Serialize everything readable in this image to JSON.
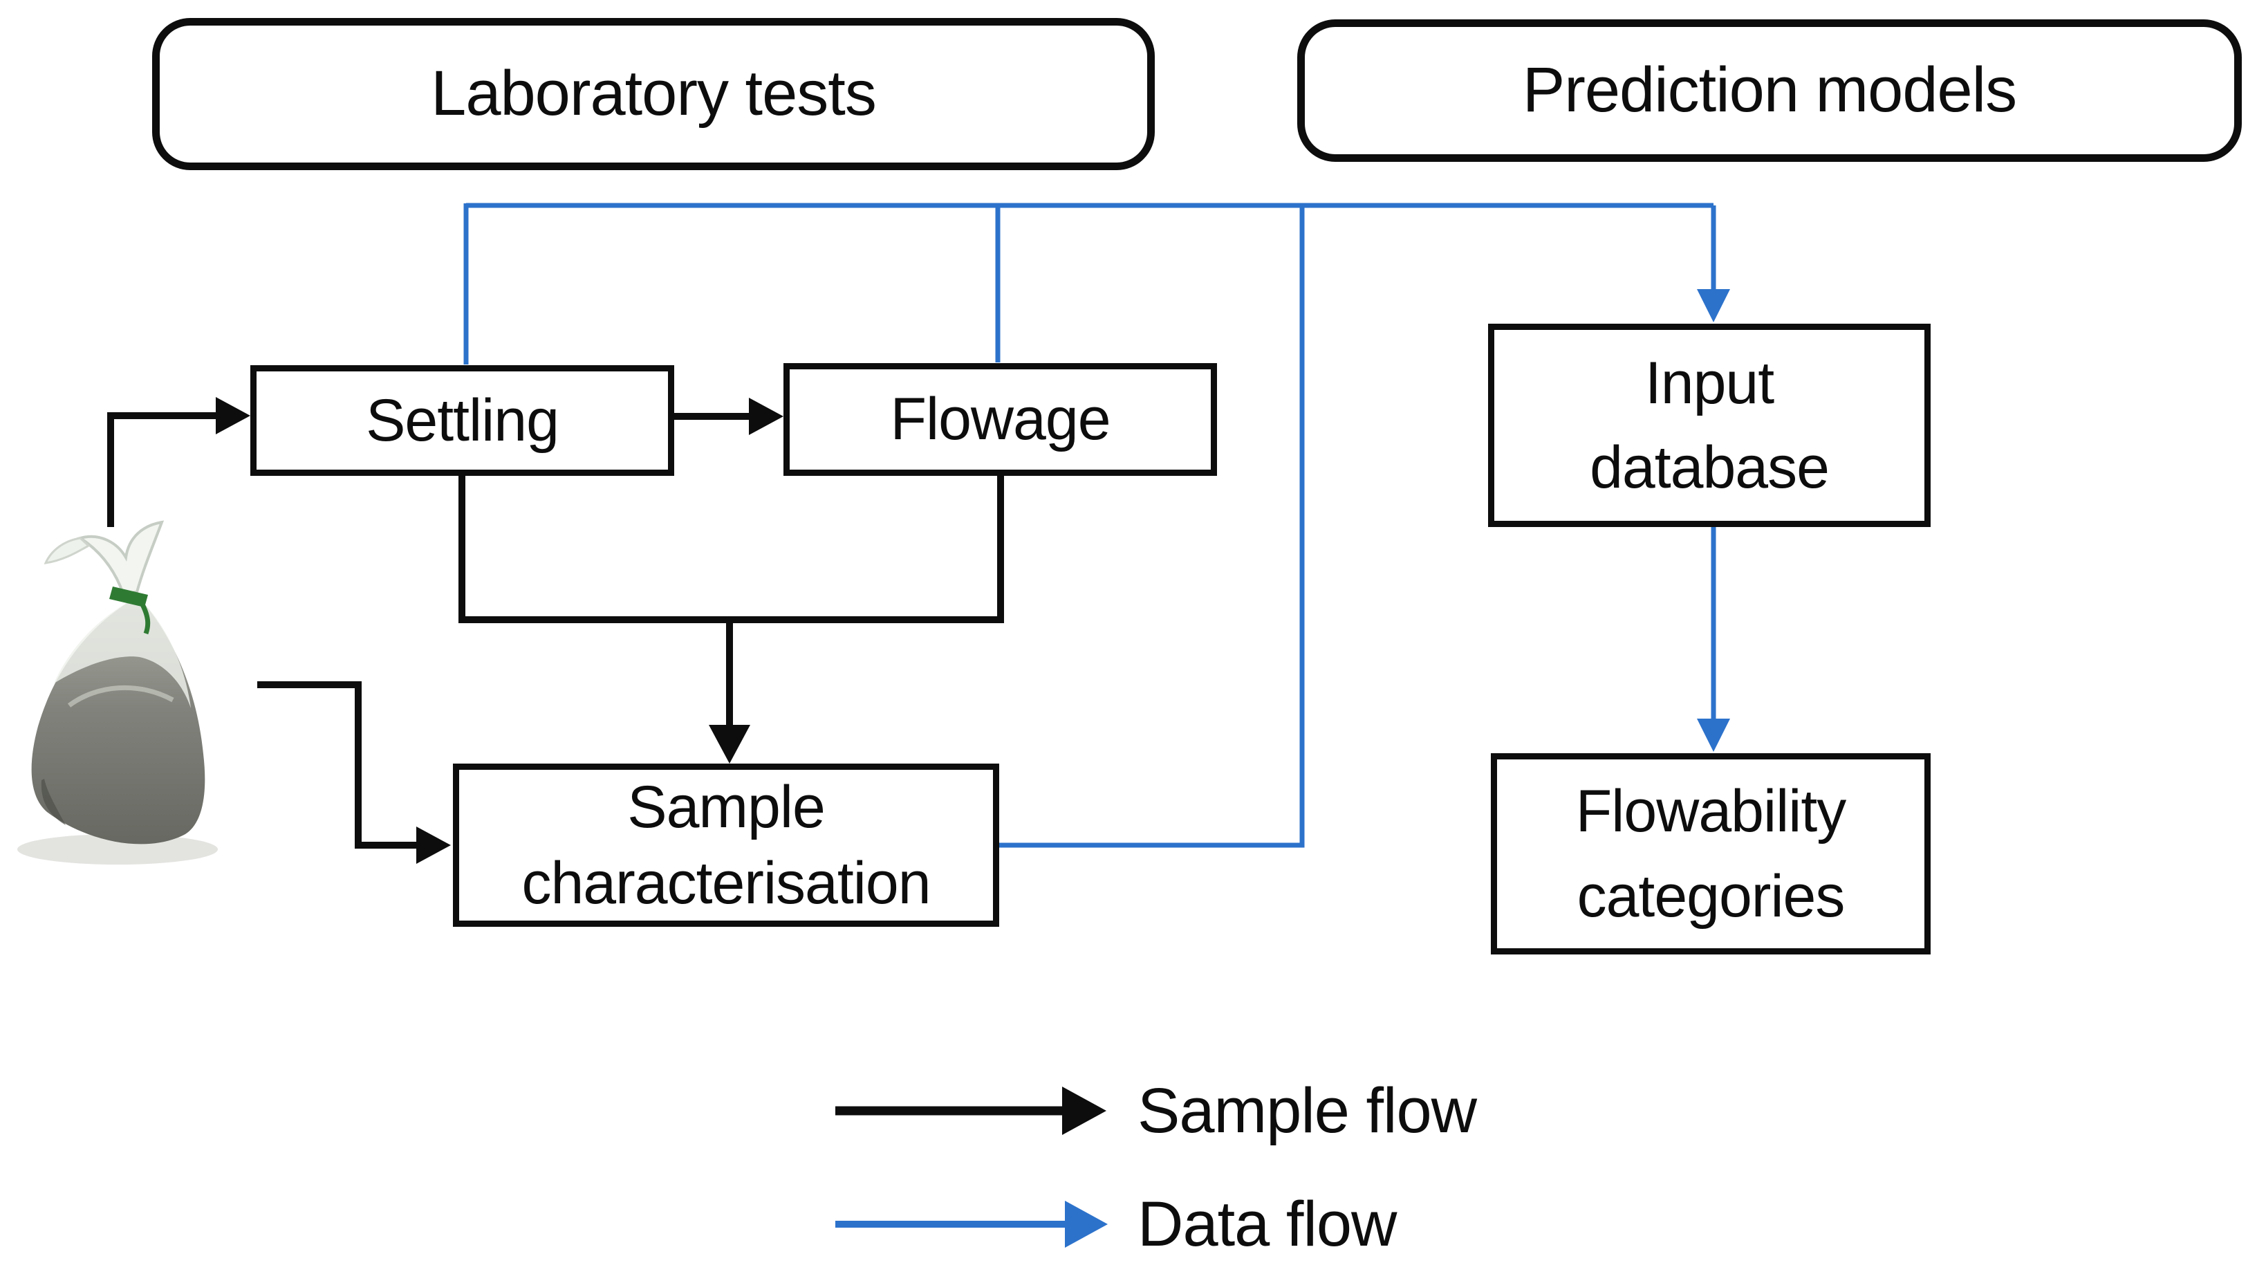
{
  "page": {
    "background": "#ffffff"
  },
  "colors": {
    "sample_flow": "#0d0d0d",
    "data_flow": "#2c72cb",
    "bag_body": "#81827b",
    "bag_plastic": "#eef2ec",
    "bag_tie": "#2f7a33"
  },
  "boxes": {
    "laboratory_tests": {
      "label": "Laboratory tests"
    },
    "prediction_models": {
      "label": "Prediction models"
    },
    "settling": {
      "label": "Settling"
    },
    "flowage": {
      "label": "Flowage"
    },
    "sample_characterisation": {
      "label": "Sample\ncharacterisation"
    },
    "input_database": {
      "label": "Input\ndatabase"
    },
    "flowability_categories": {
      "label": "Flowability\ncategories"
    }
  },
  "legend": {
    "sample_flow": {
      "label": "Sample flow"
    },
    "data_flow": {
      "label": "Data flow"
    }
  },
  "icons": {
    "sample_bag": "sample-bag-photo"
  }
}
